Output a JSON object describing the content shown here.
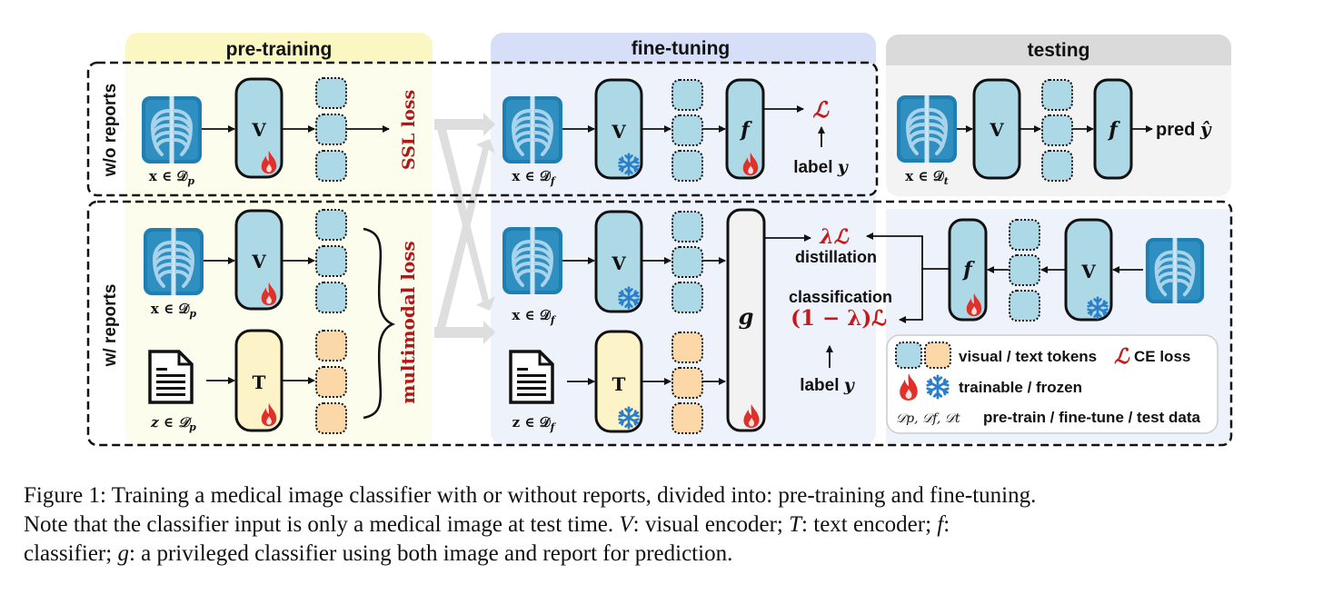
{
  "figure": {
    "stages": {
      "pretraining": "pre-training",
      "finetuning": "fine-tuning",
      "testing": "testing"
    },
    "rows": {
      "without_reports": "w/o reports",
      "with_reports": "w/ reports"
    },
    "pretrain": {
      "image_label": "x ∈ 𝒟",
      "image_sub": "p",
      "text_label": "z ∈ 𝒟",
      "text_sub": "p",
      "visual_encoder": "V",
      "text_encoder": "T",
      "ssl_loss": "SSL loss",
      "multimodal_loss": "multimodal loss"
    },
    "finetune": {
      "image_label": "x ∈ 𝒟",
      "image_sub": "f",
      "text_label": "z ∈ 𝒟",
      "text_sub": "f",
      "visual_encoder": "V",
      "text_encoder": "T",
      "classifier": "f",
      "privileged_classifier": "g",
      "loss": "ℒ",
      "label": "label ",
      "label_var": "y",
      "lambda_loss": "λℒ",
      "distillation": "distillation",
      "classification": "classification",
      "one_minus_lambda_loss": "(1 − λ)ℒ"
    },
    "testing": {
      "image_label": "x ∈ 𝒟",
      "image_sub": "t",
      "visual_encoder": "V",
      "classifier": "f",
      "pred": "pred ",
      "pred_var": "ŷ"
    },
    "legend": {
      "tokens": "visual / text tokens",
      "loss_symbol": "ℒ",
      "loss": "CE loss",
      "trainable_frozen": "trainable / frozen",
      "data_symbols": "𝒟p, 𝒟f, 𝒟t",
      "data": "pre-train / fine-tune / test data"
    },
    "colors": {
      "pretrain_bg": "#fdfdee",
      "pretrain_header": "#fbf7c2",
      "finetune_bg": "#eef2fb",
      "finetune_header": "#d6dff7",
      "testing_bg": "#f3f3f3",
      "testing_header": "#dadada",
      "visual_block": "#add8e6",
      "text_block": "#fdf3c8",
      "text_token": "#fcd7a8",
      "g_block": "#f2f2f2",
      "loss_red": "#b01818",
      "fire": "#e0302a",
      "snow": "#2b7fc9"
    }
  },
  "caption": {
    "line1": "Figure 1: Training a medical image classifier with or without reports, divided into: pre-training and fine-tuning.",
    "line2a": "Note that the classifier input is only a medical image at test time. ",
    "V": "V",
    "line2b": ": visual encoder; ",
    "T": "T",
    "line2c": ": text encoder; ",
    "f": "f",
    "line2d": ":",
    "line3a": "classifier; ",
    "g": "g",
    "line3b": ": a privileged classifier using both image and report for prediction."
  }
}
